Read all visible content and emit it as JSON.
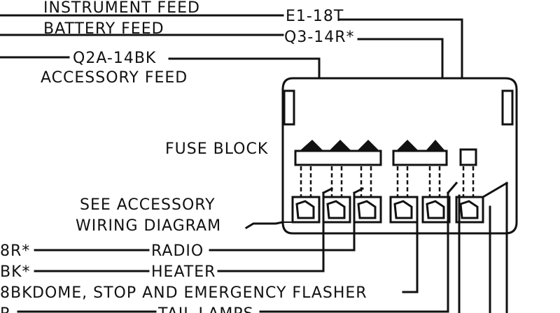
{
  "labels": {
    "instrument_feed": "INSTRUMENT FEED",
    "battery_feed": "BATTERY FEED",
    "accessory_feed": "ACCESSORY FEED",
    "fuse_block": "FUSE BLOCK",
    "see_accessory": "SEE ACCESSORY",
    "wiring_diagram": "WIRING DIAGRAM",
    "radio": "RADIO",
    "heater": "HEATER",
    "dome": "DOME, STOP AND EMERGENCY FLASHER",
    "tail_lamps": "TAIL LAMPS"
  },
  "wire_codes": {
    "e1": "E1-18T",
    "q3": "Q3-14R*",
    "q2a": "Q2A-14BK",
    "radio_left": "8R*",
    "heater_left": "BK*",
    "dome_left": "8BK",
    "tail_left": "R"
  }
}
